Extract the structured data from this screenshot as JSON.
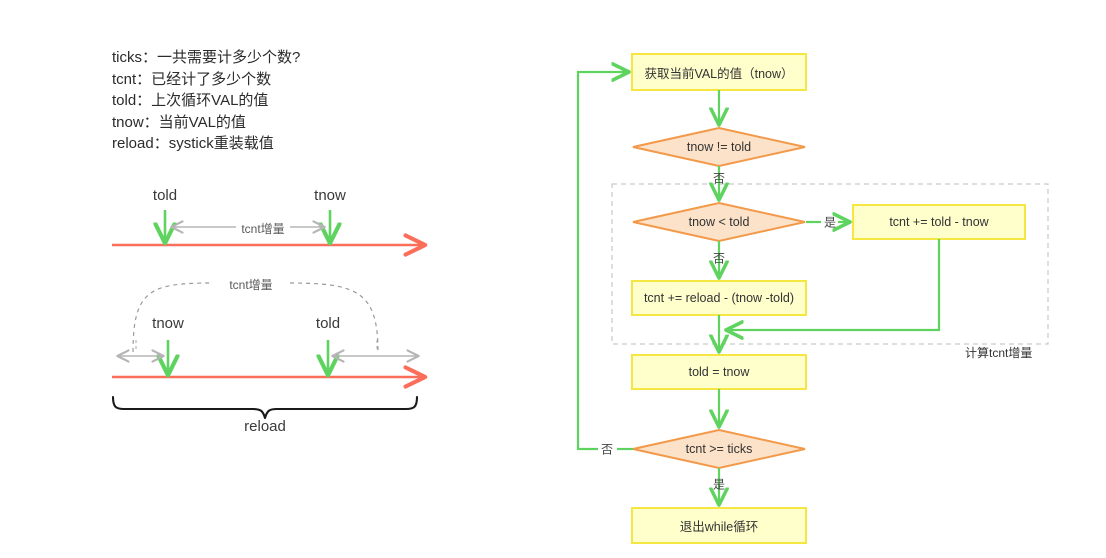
{
  "legend": {
    "lines": [
      "ticks：一共需要计多少个数?",
      "tcnt：已经计了多少个数",
      "told：上次循环VAL的值",
      "tnow：当前VAL的值",
      "reload：systick重装载值"
    ]
  },
  "timeline_top": {
    "left_marker_label": "told",
    "right_marker_label": "tnow",
    "span_label": "tcnt增量"
  },
  "timeline_bottom": {
    "left_marker_label": "tnow",
    "right_marker_label": "told",
    "arc_label": "tcnt增量",
    "brace_label": "reload"
  },
  "flowchart": {
    "nodes": [
      {
        "id": "get-val",
        "label": "获取当前VAL的值（tnow）",
        "shape": "process"
      },
      {
        "id": "tnow-ne-told",
        "label": "tnow != told",
        "shape": "decision"
      },
      {
        "id": "tnow-lt-told",
        "label": "tnow < told",
        "shape": "decision"
      },
      {
        "id": "tcnt-add-1",
        "label": "tcnt += told - tnow",
        "shape": "process"
      },
      {
        "id": "tcnt-add-2",
        "label": "tcnt += reload - (tnow -told)",
        "shape": "process"
      },
      {
        "id": "told-assign",
        "label": "told = tnow",
        "shape": "process"
      },
      {
        "id": "tcnt-ge-ticks",
        "label": "tcnt >= ticks",
        "shape": "decision"
      },
      {
        "id": "exit-while",
        "label": "退出while循环",
        "shape": "process"
      }
    ],
    "edge_labels": {
      "ne_false": "否",
      "lt_true": "是",
      "lt_false": "否",
      "ge_false": "否",
      "ge_true": "是"
    },
    "group_label": "计算tcnt增量"
  },
  "colors": {
    "process_fill": "#ffffcc",
    "process_stroke": "#f5e642",
    "decision_fill": "#fce2c8",
    "decision_stroke": "#f2994a",
    "flow_line": "#5fd35f",
    "timeline_red": "#fa6e5a",
    "marker_green": "#5fd35f",
    "gray_arrow": "#b5b5b5",
    "brace_black": "#1a1a1a",
    "dashed_gray": "#c9c9c9"
  }
}
